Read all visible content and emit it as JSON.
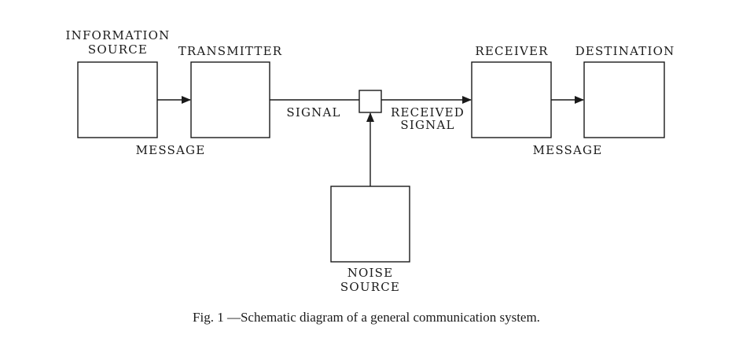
{
  "nodes": {
    "information_source": {
      "line1": "INFORMATION",
      "line2": "SOURCE"
    },
    "transmitter": {
      "label": "TRANSMITTER"
    },
    "receiver": {
      "label": "RECEIVER"
    },
    "destination": {
      "label": "DESTINATION"
    },
    "noise_source": {
      "line1": "NOISE",
      "line2": "SOURCE"
    }
  },
  "edges": {
    "message_left": "MESSAGE",
    "signal": "SIGNAL",
    "received_signal": {
      "line1": "RECEIVED",
      "line2": "SIGNAL"
    },
    "message_right": "MESSAGE"
  },
  "caption": "Fig. 1 —Schematic diagram of a general communication system."
}
